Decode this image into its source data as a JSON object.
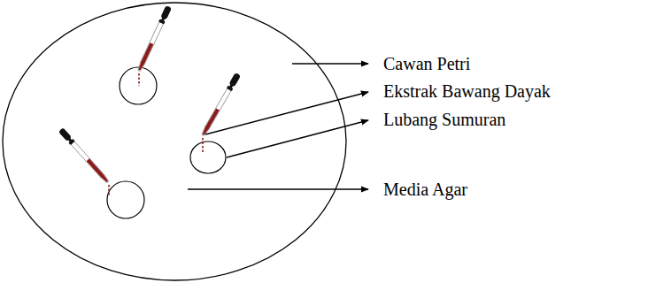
{
  "diagram": {
    "labels": [
      "Cawan Petri",
      "Ekstrak Bawang Dayak",
      "Lubang Sumuran",
      "Media Agar"
    ]
  }
}
